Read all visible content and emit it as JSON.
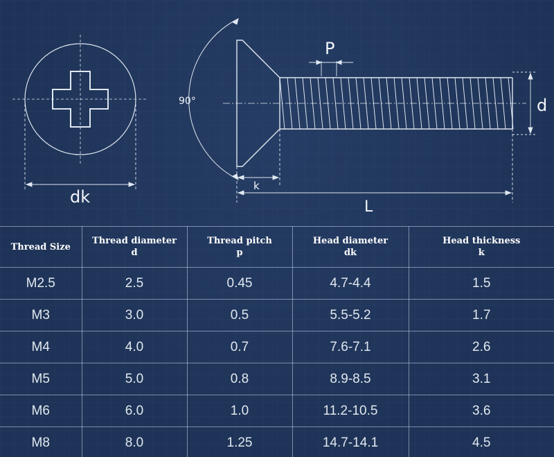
{
  "diagram": {
    "labels": {
      "head_diameter": "dk",
      "angle": "90°",
      "pitch": "P",
      "thread_diameter": "d",
      "head_thickness": "k",
      "length": "L"
    },
    "colors": {
      "background": "#1e3357",
      "line": "#dfe7f1",
      "text": "#f2f5fa"
    }
  },
  "table": {
    "headers": [
      {
        "line1": "Thread Size",
        "line2": ""
      },
      {
        "line1": "Thread diameter",
        "line2": "d"
      },
      {
        "line1": "Thread pitch",
        "line2": "p"
      },
      {
        "line1": "Head diameter",
        "line2": "dk"
      },
      {
        "line1": "Head thickness",
        "line2": "k"
      }
    ],
    "rows": [
      [
        "M2.5",
        "2.5",
        "0.45",
        "4.7-4.4",
        "1.5"
      ],
      [
        "M3",
        "3.0",
        "0.5",
        "5.5-5.2",
        "1.7"
      ],
      [
        "M4",
        "4.0",
        "0.7",
        "7.6-7.1",
        "2.6"
      ],
      [
        "M5",
        "5.0",
        "0.8",
        "8.9-8.5",
        "3.1"
      ],
      [
        "M6",
        "6.0",
        "1.0",
        "11.2-10.5",
        "3.6"
      ],
      [
        "M8",
        "8.0",
        "1.25",
        "14.7-14.1",
        "4.5"
      ]
    ]
  }
}
